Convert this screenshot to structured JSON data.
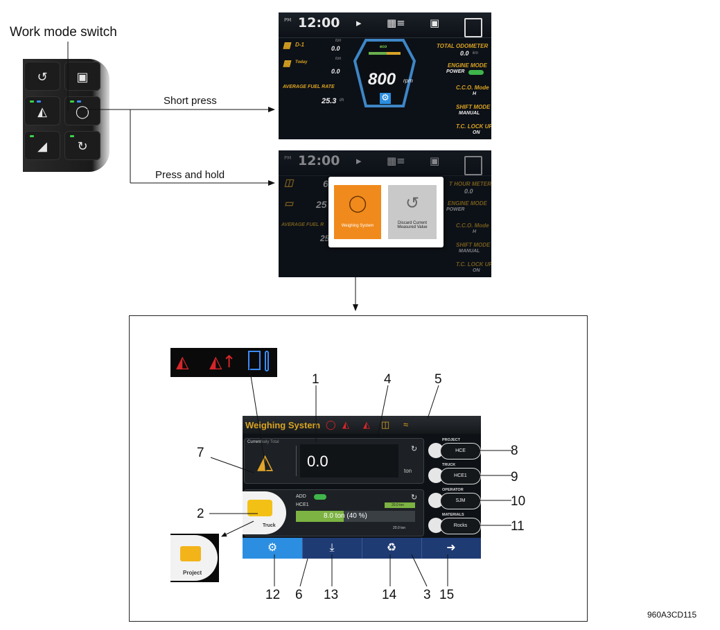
{
  "labels": {
    "work_mode_switch": "Work mode switch",
    "short_press": "Short press",
    "press_and_hold": "Press and hold",
    "figure_code": "960A3CD115"
  },
  "dash1": {
    "pm": "PM",
    "time": "12:00",
    "d1_label": "D-1",
    "today_label": "Today",
    "ton": "ton",
    "d1_value": "0.0",
    "today_value": "0.0",
    "avg_fuel_label": "AVERAGE FUEL RATE",
    "avg_fuel_value": "25.3",
    "avg_fuel_unit": "l/h",
    "eco": "eco",
    "rpm_value": "800",
    "rpm_unit": "rpm",
    "odometer_label": "TOTAL ODOMETER",
    "odometer_value": "0.0",
    "odometer_unit": "km",
    "engine_mode_label": "ENGINE MODE",
    "engine_mode_value": "POWER",
    "cco_label": "C.C.O. Mode",
    "cco_value": "H",
    "shift_label": "SHIFT MODE",
    "shift_value": "MANUAL",
    "tc_label": "T.C. LOCK UP",
    "tc_value": "ON"
  },
  "dash2": {
    "pm": "PM",
    "time": "12:00",
    "v1": "6",
    "v2": "25",
    "v3": "25",
    "avg_fuel_label": "AVERAGE FUEL R",
    "hour_meter_label": "T HOUR METER",
    "hour_meter_value": "0.0",
    "engine_mode_label": "ENGINE MODE",
    "engine_mode_value": "POWER",
    "cco_label": "C.C.O. Mode",
    "cco_value": "H",
    "shift_label": "SHIFT MODE",
    "shift_value": "MANUAL",
    "tc_label": "T.C. LOCK UP",
    "tc_value": "ON",
    "popup_weighing": "Weighing System",
    "popup_discard": "Discard Current Measured Value"
  },
  "weighing": {
    "title": "Weighing System",
    "tab_current": "Current",
    "tab_daily": "Daily Total",
    "value": "0.0",
    "unit": "ton",
    "add": "ADD",
    "truck_id": "HCE1",
    "progress_text": "8.0 ton (40 %)",
    "progress_fraction": 0.4,
    "target_top": "20.0 ton",
    "target_bottom": "20.0 ton",
    "truck_label": "Truck",
    "project_label": "PROJECT",
    "project_value": "HCE",
    "truck_head": "TRUCK",
    "truck_value": "HCE1",
    "operator_label": "OPERATOR",
    "operator_value": "SJM",
    "materials_label": "MATERIALS",
    "materials_value": "Rocks"
  },
  "project_inset": {
    "label": "Project"
  },
  "callouts": [
    "1",
    "2",
    "3",
    "4",
    "5",
    "6",
    "7",
    "8",
    "9",
    "10",
    "11",
    "12",
    "13",
    "14",
    "15"
  ],
  "colors": {
    "amber": "#d9a321",
    "orange_popup": "#f08a1c",
    "warning_red": "#d7262a",
    "bar_blue": "#1f3b74",
    "progress_green": "#7cb342"
  }
}
